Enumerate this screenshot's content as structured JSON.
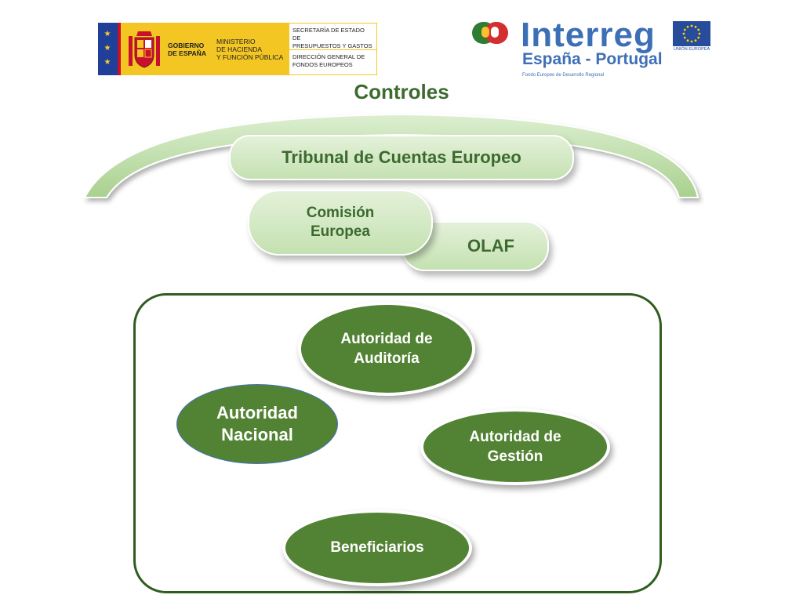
{
  "header": {
    "gobierno": {
      "name_line1": "GOBIERNO",
      "name_line2": "DE ESPAÑA",
      "ministry_line1": "MINISTERIO",
      "ministry_line2": "DE HACIENDA",
      "ministry_line3": "Y FUNCIÓN PÚBLICA",
      "secretaria_line1": "SECRETARÍA DE ESTADO DE",
      "secretaria_line2": "PRESUPUESTOS Y GASTOS",
      "direccion_line1": "DIRECCIÓN GENERAL DE",
      "direccion_line2": "FONDOS EUROPEOS",
      "colors": {
        "yellow": "#f3c623",
        "red": "#c8102e",
        "blue": "#1f3f99"
      }
    },
    "interreg": {
      "word": "Interreg",
      "region": "España - Portugal",
      "fund": "Fondo Europeo de Desarrollo Regional",
      "eu_label": "UNIÓN EUROPEA",
      "color": "#3d6fb6"
    }
  },
  "title": "Controles",
  "external": {
    "tribunal": "Tribunal de Cuentas Europeo",
    "comision_line1": "Comisión",
    "comision_line2": "Europea",
    "olaf": "OLAF"
  },
  "internal": {
    "auditoria_line1": "Autoridad de",
    "auditoria_line2": "Auditoría",
    "nacional_line1": "Autoridad",
    "nacional_line2": "Nacional",
    "gestion_line1": "Autoridad de",
    "gestion_line2": "Gestión",
    "beneficiarios": "Beneficiarios"
  },
  "colors": {
    "title": "#3c6a2f",
    "light_green": "#c4e1b1",
    "dark_green": "#528233",
    "box_border": "#2f5d1f",
    "nacional_outline": "#4472c4"
  }
}
